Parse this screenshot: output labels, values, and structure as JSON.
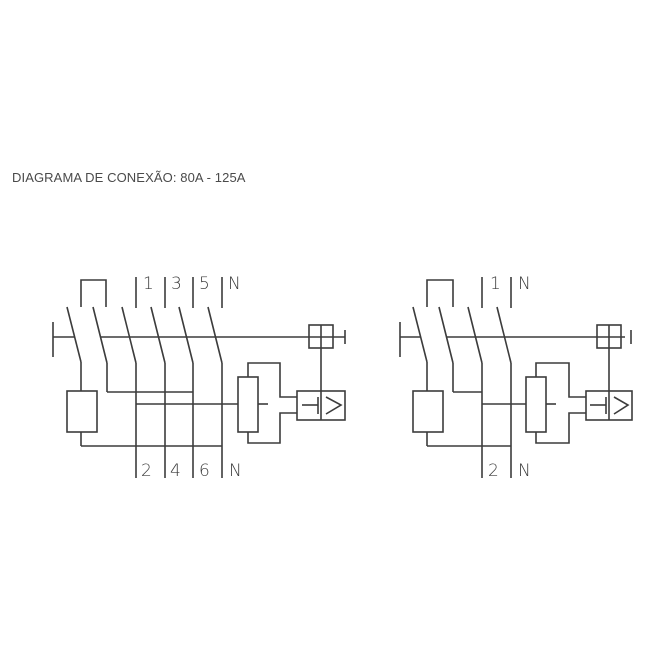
{
  "title": "DIAGRAMA DE CONEXÃO: 80A - 125A",
  "colors": {
    "line": "#3c3c3c",
    "text": "#4a4a4a",
    "background": "#ffffff"
  },
  "diagrams": [
    {
      "name": "4-pole",
      "top_terminals": [
        "1",
        "3",
        "5",
        "N"
      ],
      "bottom_terminals": [
        "2",
        "4",
        "6",
        "N"
      ]
    },
    {
      "name": "2-pole",
      "top_terminals": [
        "1",
        "N"
      ],
      "bottom_terminals": [
        "2",
        "N"
      ]
    }
  ]
}
